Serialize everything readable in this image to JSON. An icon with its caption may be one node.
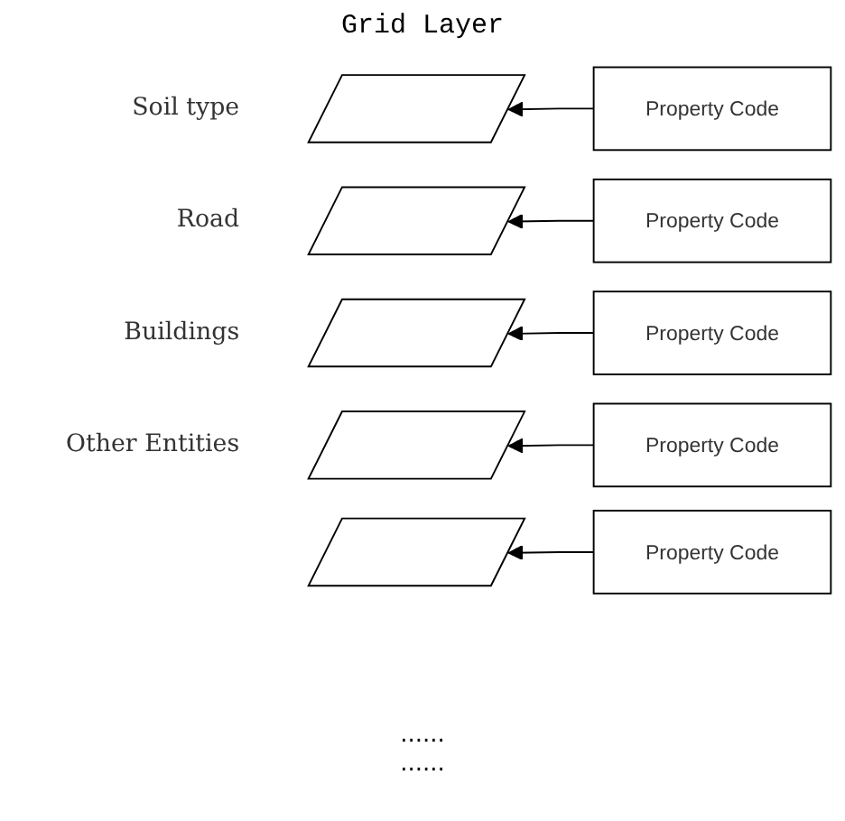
{
  "diagram": {
    "title": "Grid Layer",
    "nodes": [
      {
        "text": [],
        "shape": "parallelogram",
        "beside": [
          "Soil type"
        ]
      },
      {
        "text": [
          "Property Code"
        ]
      },
      {
        "text": [],
        "shape": "parallelogram",
        "beside": [
          "Road"
        ]
      },
      {
        "text": [
          "Property Code"
        ]
      },
      {
        "text": [],
        "shape": "parallelogram",
        "beside": [
          "Buildings"
        ]
      },
      {
        "text": [
          "Property Code"
        ]
      },
      {
        "text": [],
        "shape": "parallelogram",
        "beside": [
          "Other Entities"
        ]
      },
      {
        "text": [
          "Property Code"
        ]
      },
      {
        "text": [],
        "shape": "parallelogram"
      },
      {
        "text": [
          "Property Code"
        ]
      }
    ],
    "edges": [
      {
        "from": 1,
        "to": 0,
        "arrow": "to"
      },
      {
        "from": 3,
        "to": 2,
        "arrow": "to"
      },
      {
        "from": 5,
        "to": 4,
        "arrow": "to"
      },
      {
        "from": 7,
        "to": 6,
        "arrow": "to"
      },
      {
        "from": 9,
        "to": 8,
        "arrow": "to"
      }
    ],
    "labels": [
      "......",
      "......"
    ]
  }
}
